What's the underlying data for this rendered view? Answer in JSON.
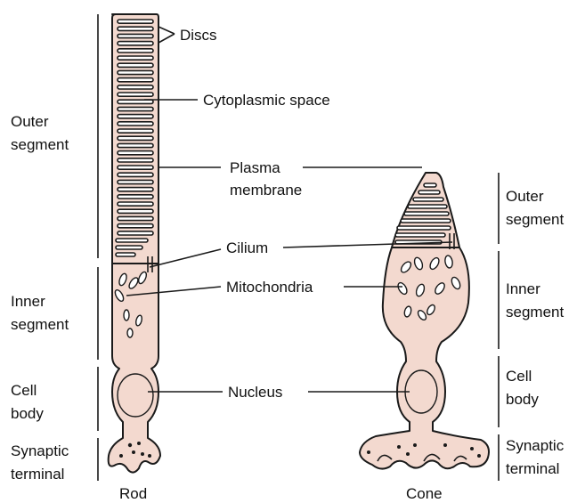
{
  "labels": {
    "discs": "Discs",
    "cytoplasmic_space": "Cytoplasmic space",
    "plasma_membrane_1": "Plasma",
    "plasma_membrane_2": "membrane",
    "cilium": "Cilium",
    "mitochondria": "Mitochondria",
    "nucleus": "Nucleus"
  },
  "rod_sections": {
    "outer_1": "Outer",
    "outer_2": "segment",
    "inner_1": "Inner",
    "inner_2": "segment",
    "body_1": "Cell",
    "body_2": "body",
    "synaptic_1": "Synaptic",
    "synaptic_2": "terminal"
  },
  "cone_sections": {
    "outer_1": "Outer",
    "outer_2": "segment",
    "inner_1": "Inner",
    "inner_2": "segment",
    "body_1": "Cell",
    "body_2": "body",
    "synaptic_1": "Synaptic",
    "synaptic_2": "terminal"
  },
  "captions": {
    "rod": "Rod",
    "cone": "Cone"
  },
  "colors": {
    "cell_fill": "#f3d9cf",
    "outline": "#1a1a1a"
  }
}
